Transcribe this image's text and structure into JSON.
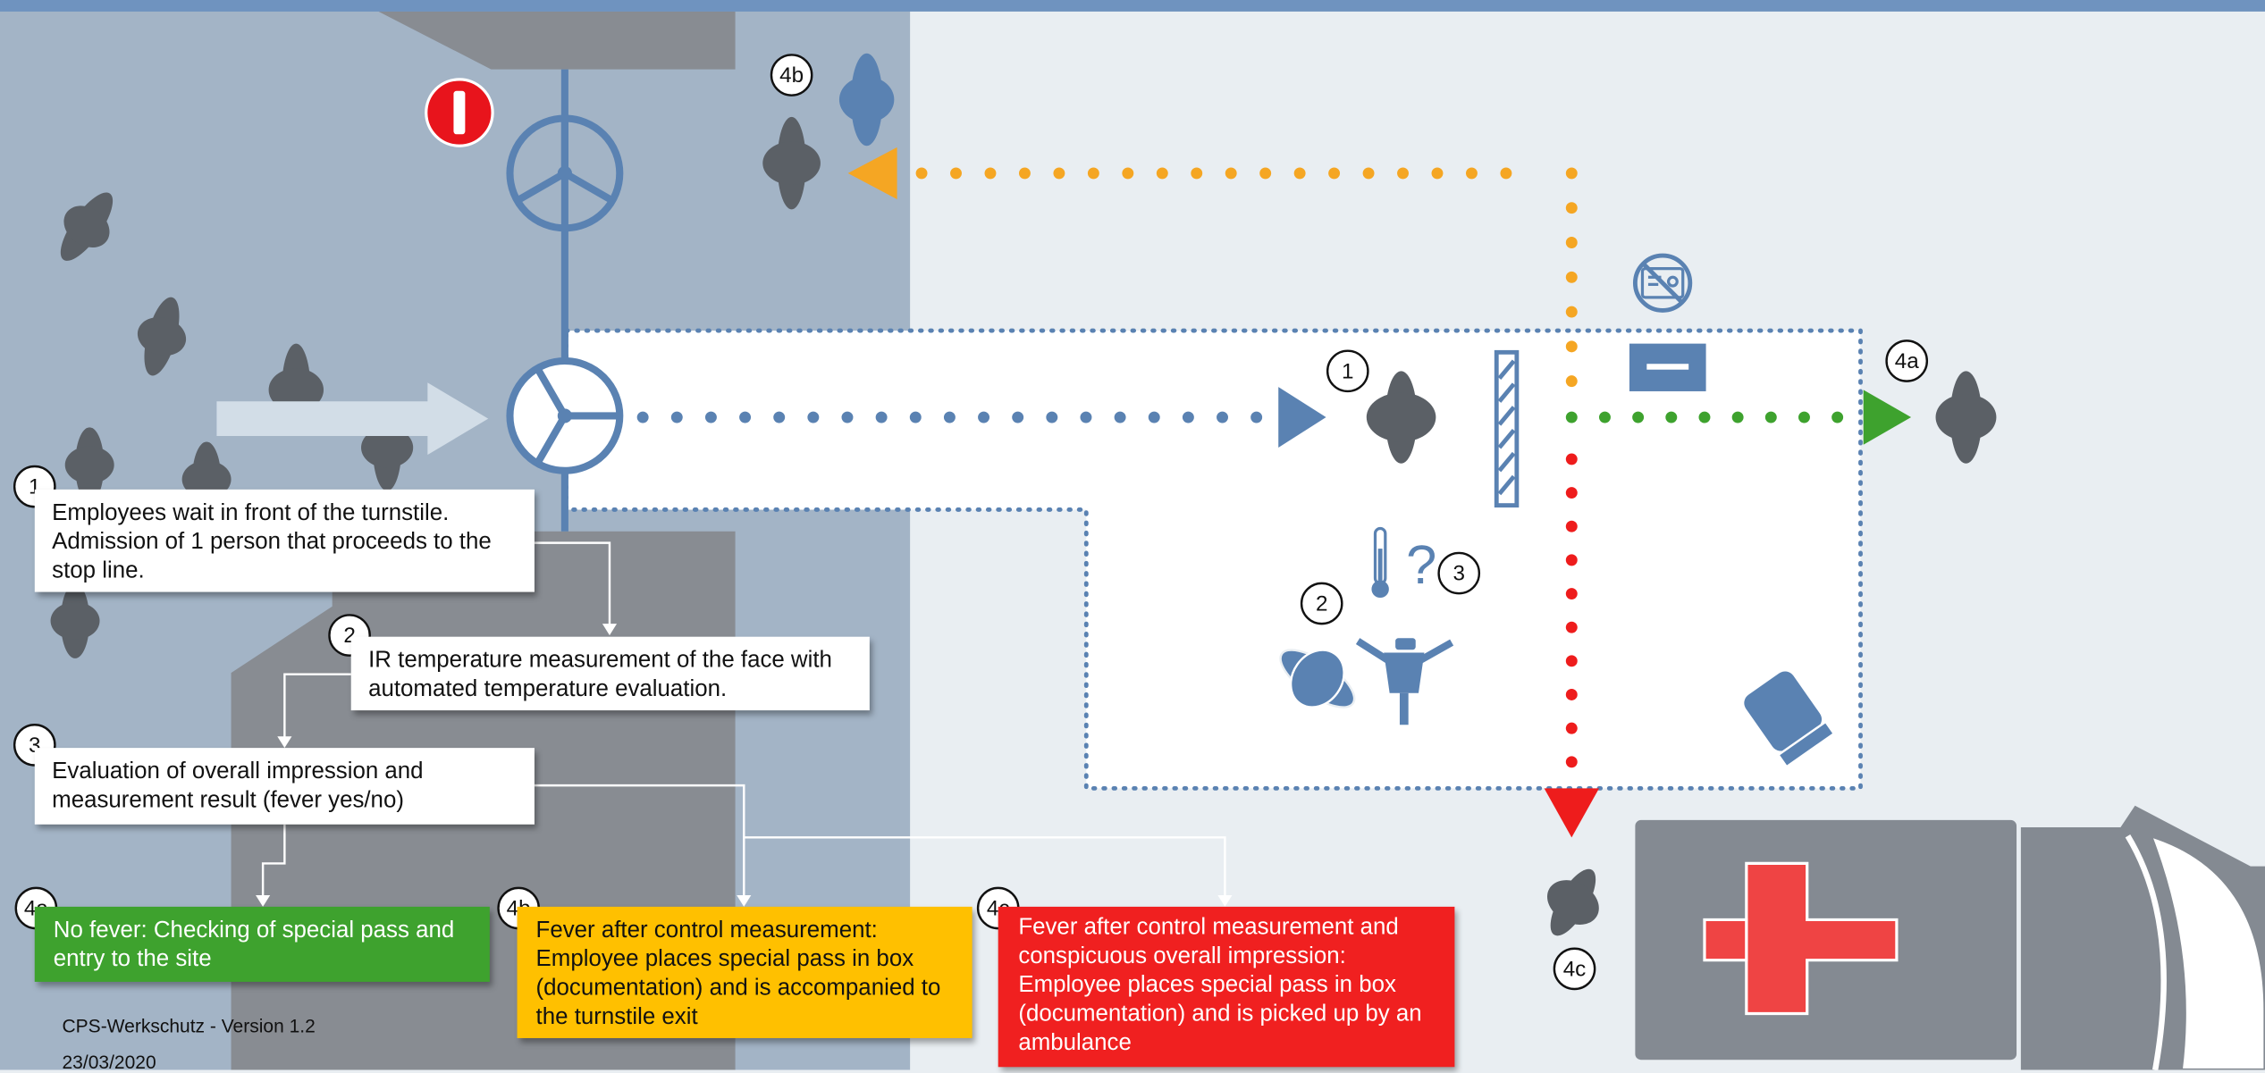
{
  "colors": {
    "top_bar": "#6f93bf",
    "left_zone": "#a3b4c6",
    "right_zone": "#e9eef2",
    "building": "#888c92",
    "accent_blue": "#5a82b2",
    "person": "#5b6066",
    "path_orange": "#f5a623",
    "path_green": "#3ea22e",
    "path_red": "#ee1c1c",
    "stop_sign": "#e8141c",
    "ambulance": "#848a92",
    "ambulance_cross": "#ef4444"
  },
  "icons": {
    "stop_sign": "stop-sign-icon",
    "turnstile": "turnstile-icon",
    "thermometer": "thermometer-icon",
    "question_mark": "question-mark-icon",
    "no_id_card": "no-id-card-icon",
    "pass_box": "pass-box-icon",
    "person": "person-icon",
    "ambulance": "ambulance-icon",
    "trash_bin": "bin-icon"
  },
  "markers": {
    "m1_box": "1",
    "m2_box": "2",
    "m3_box": "3",
    "m4a_box": "4a",
    "m4b_box": "4b",
    "m4c_box": "4c",
    "m1_stop": "1",
    "m2_scan": "2",
    "m3_scan": "3",
    "m4a_exit": "4a",
    "m4b_top": "4b",
    "m4c_amb": "4c"
  },
  "question_mark": "?",
  "steps": {
    "step1": [
      "Employees wait in front of the turnstile.",
      "Admission of 1 person that proceeds to the",
      "stop line."
    ],
    "step2": [
      "IR temperature measurement of the face with",
      "automated temperature evaluation."
    ],
    "step3": [
      "Evaluation of overall impression and",
      "measurement result (fever yes/no)"
    ],
    "step4a": [
      "No fever: Checking of special pass and",
      "entry to the site"
    ],
    "step4b": [
      "Fever after control measurement:",
      "Employee places special pass in box",
      "(documentation) and is accompanied to",
      "the turnstile exit"
    ],
    "step4c": [
      "Fever after control measurement and",
      "conspicuous overall impression:",
      "Employee places special pass in box",
      "(documentation) and is picked up by an",
      "ambulance"
    ]
  },
  "footer": {
    "version": "CPS-Werkschutz - Version 1.2",
    "date": "23/03/2020"
  }
}
